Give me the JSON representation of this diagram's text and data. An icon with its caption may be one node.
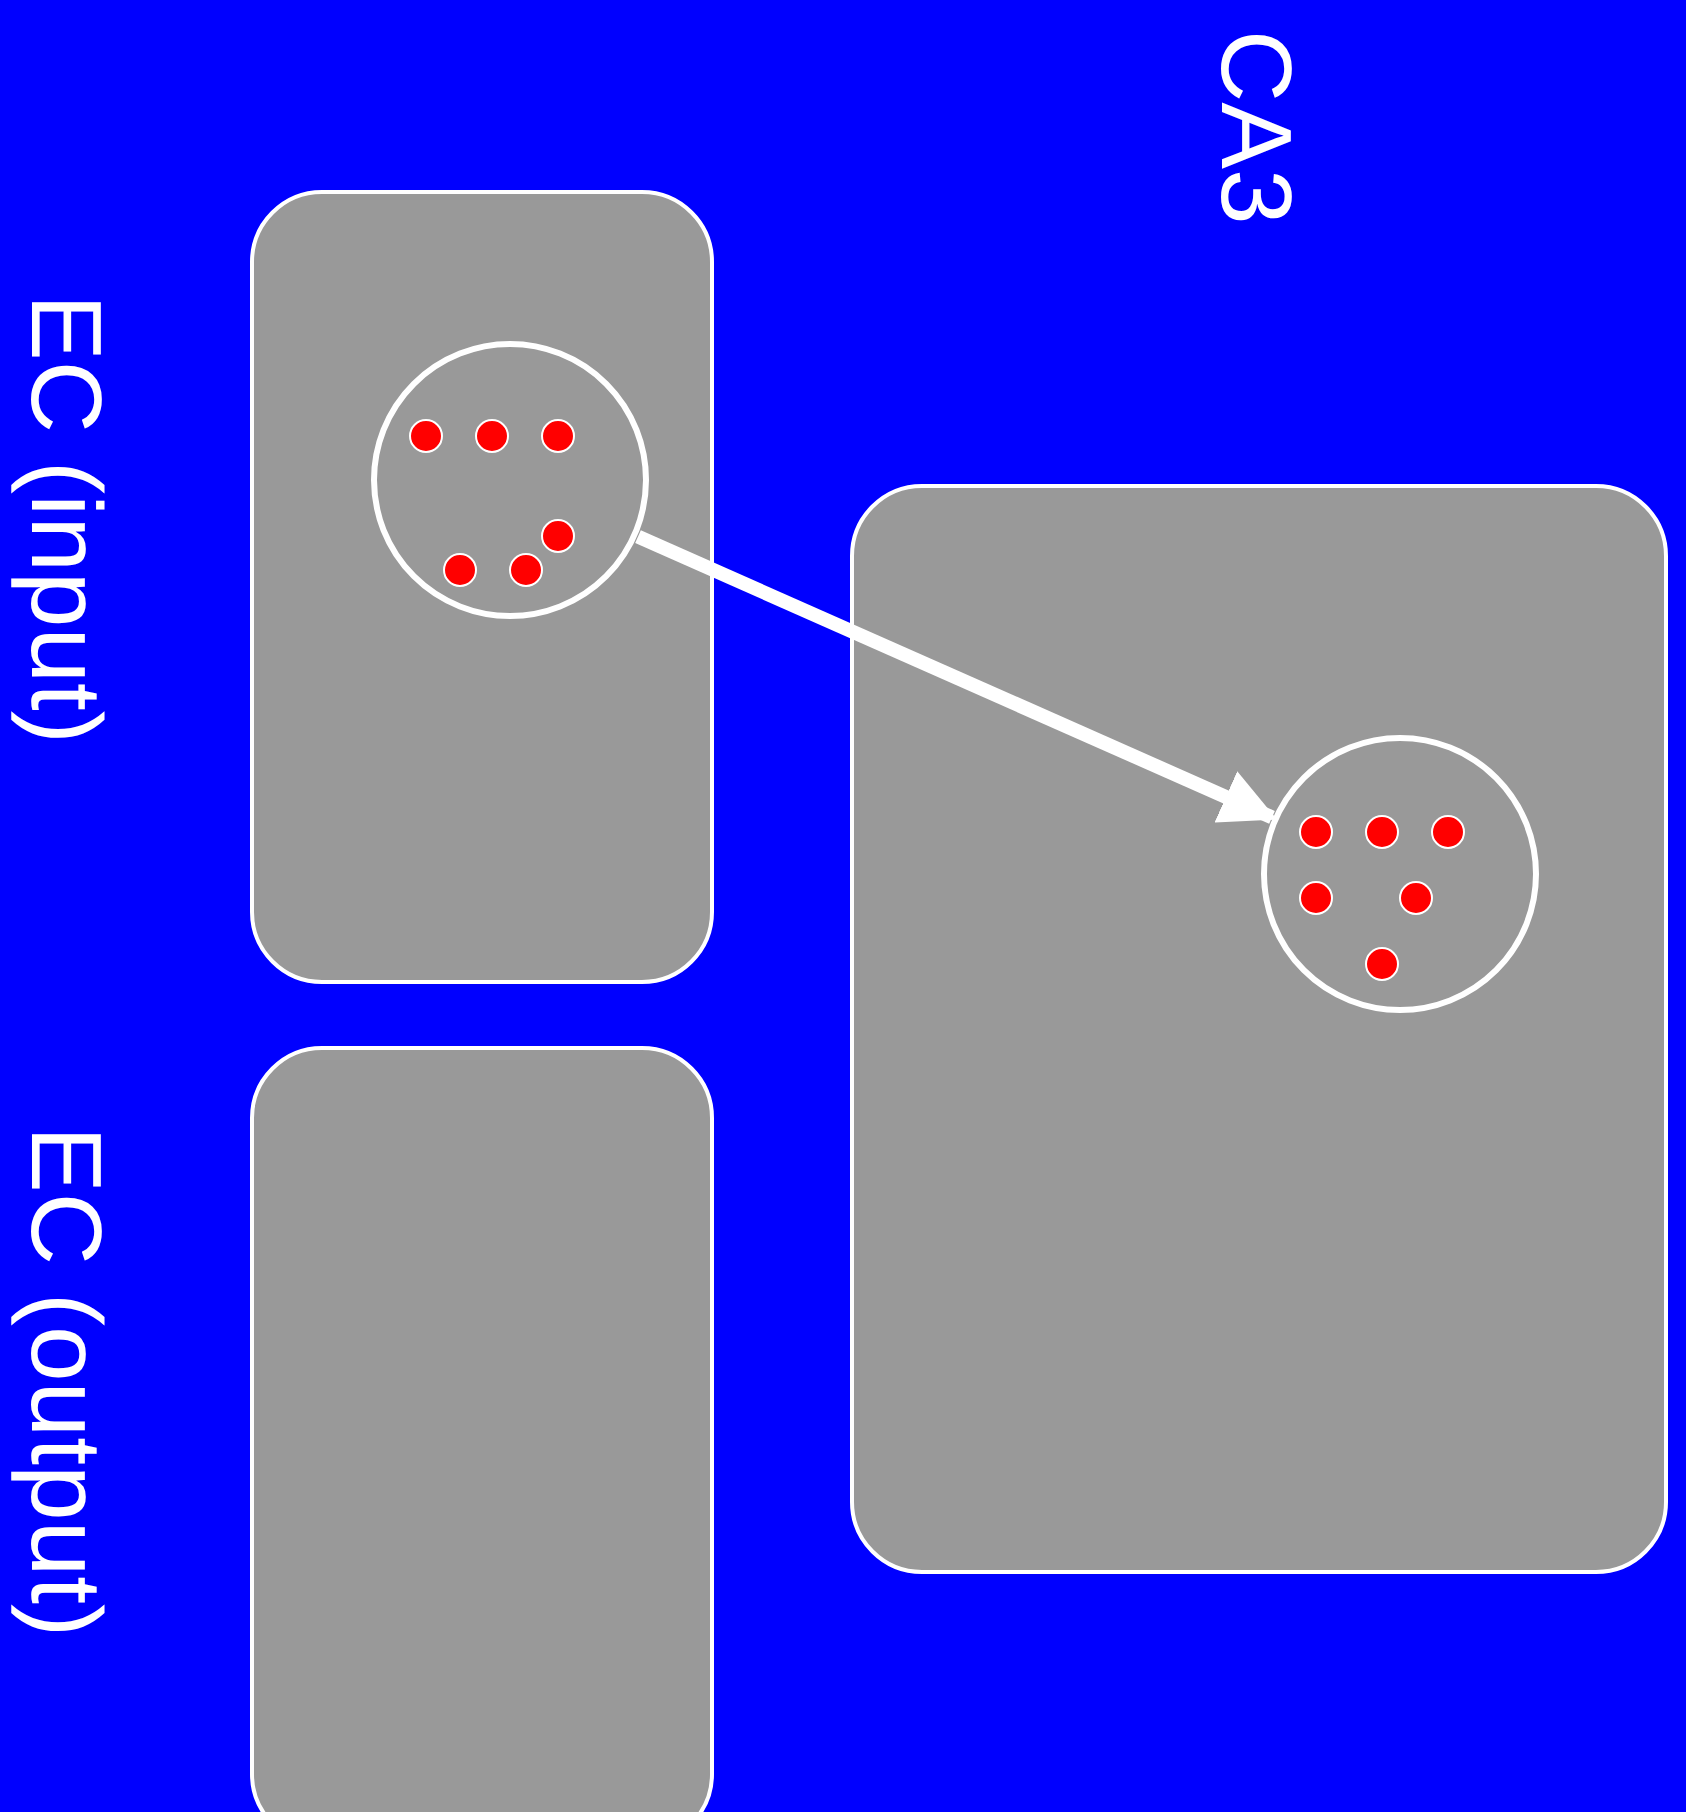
{
  "diagram": {
    "nodes": [
      {
        "text": [
          "EC (input)"
        ]
      },
      {
        "text": [],
        "shape": "circle",
        "in": 0
      },
      {
        "text": [
          "EC (output)"
        ]
      },
      {
        "text": [
          "CA3"
        ]
      },
      {
        "text": [],
        "shape": "circle",
        "in": 3
      }
    ],
    "edges": [
      {
        "from": 1,
        "to": 4,
        "arrow": "to"
      }
    ]
  }
}
